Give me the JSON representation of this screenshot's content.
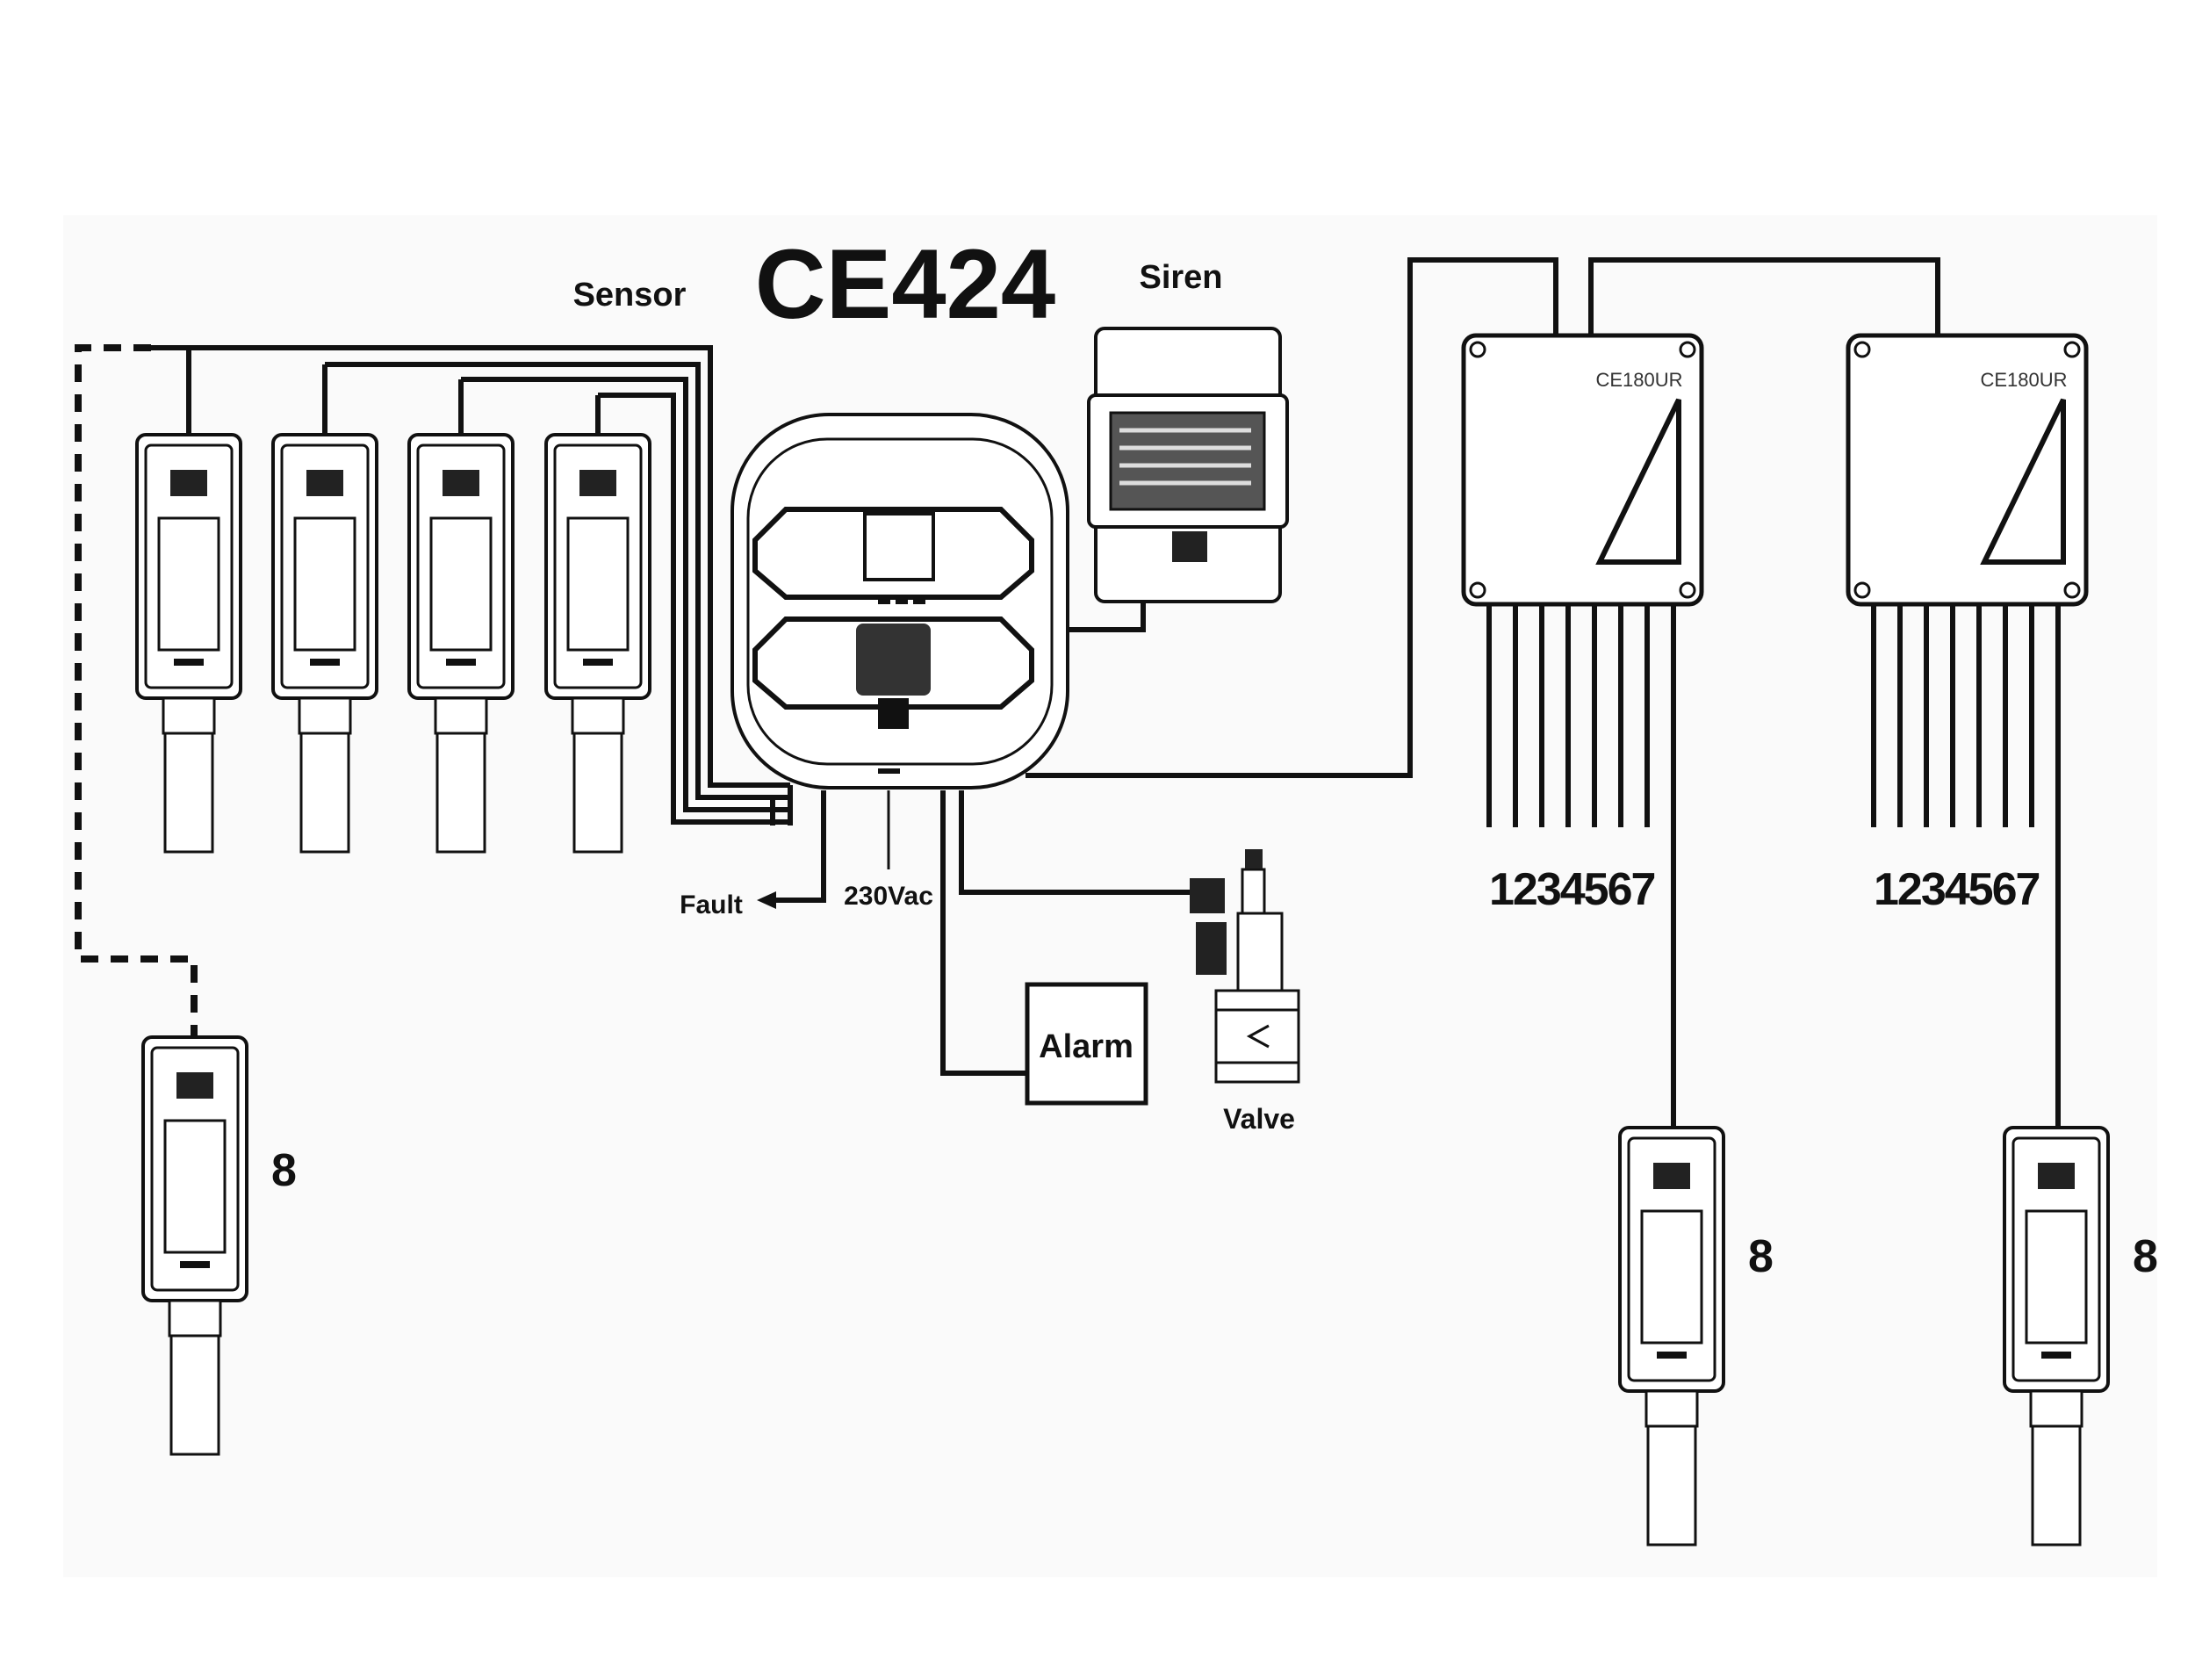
{
  "title": "CE424",
  "labels": {
    "sensor": "Sensor",
    "siren": "Siren",
    "fault": "Fault",
    "power": "230Vac",
    "alarm": "Alarm",
    "valve": "Valve"
  },
  "modules": [
    {
      "model": "CE180UR",
      "channels": "1234567",
      "extra_sensor": "8"
    },
    {
      "model": "CE180UR",
      "channels": "1234567",
      "extra_sensor": "8"
    }
  ],
  "left_extra_sensor": "8",
  "colors": {
    "line": "#111111",
    "panel": "#fafafa"
  }
}
